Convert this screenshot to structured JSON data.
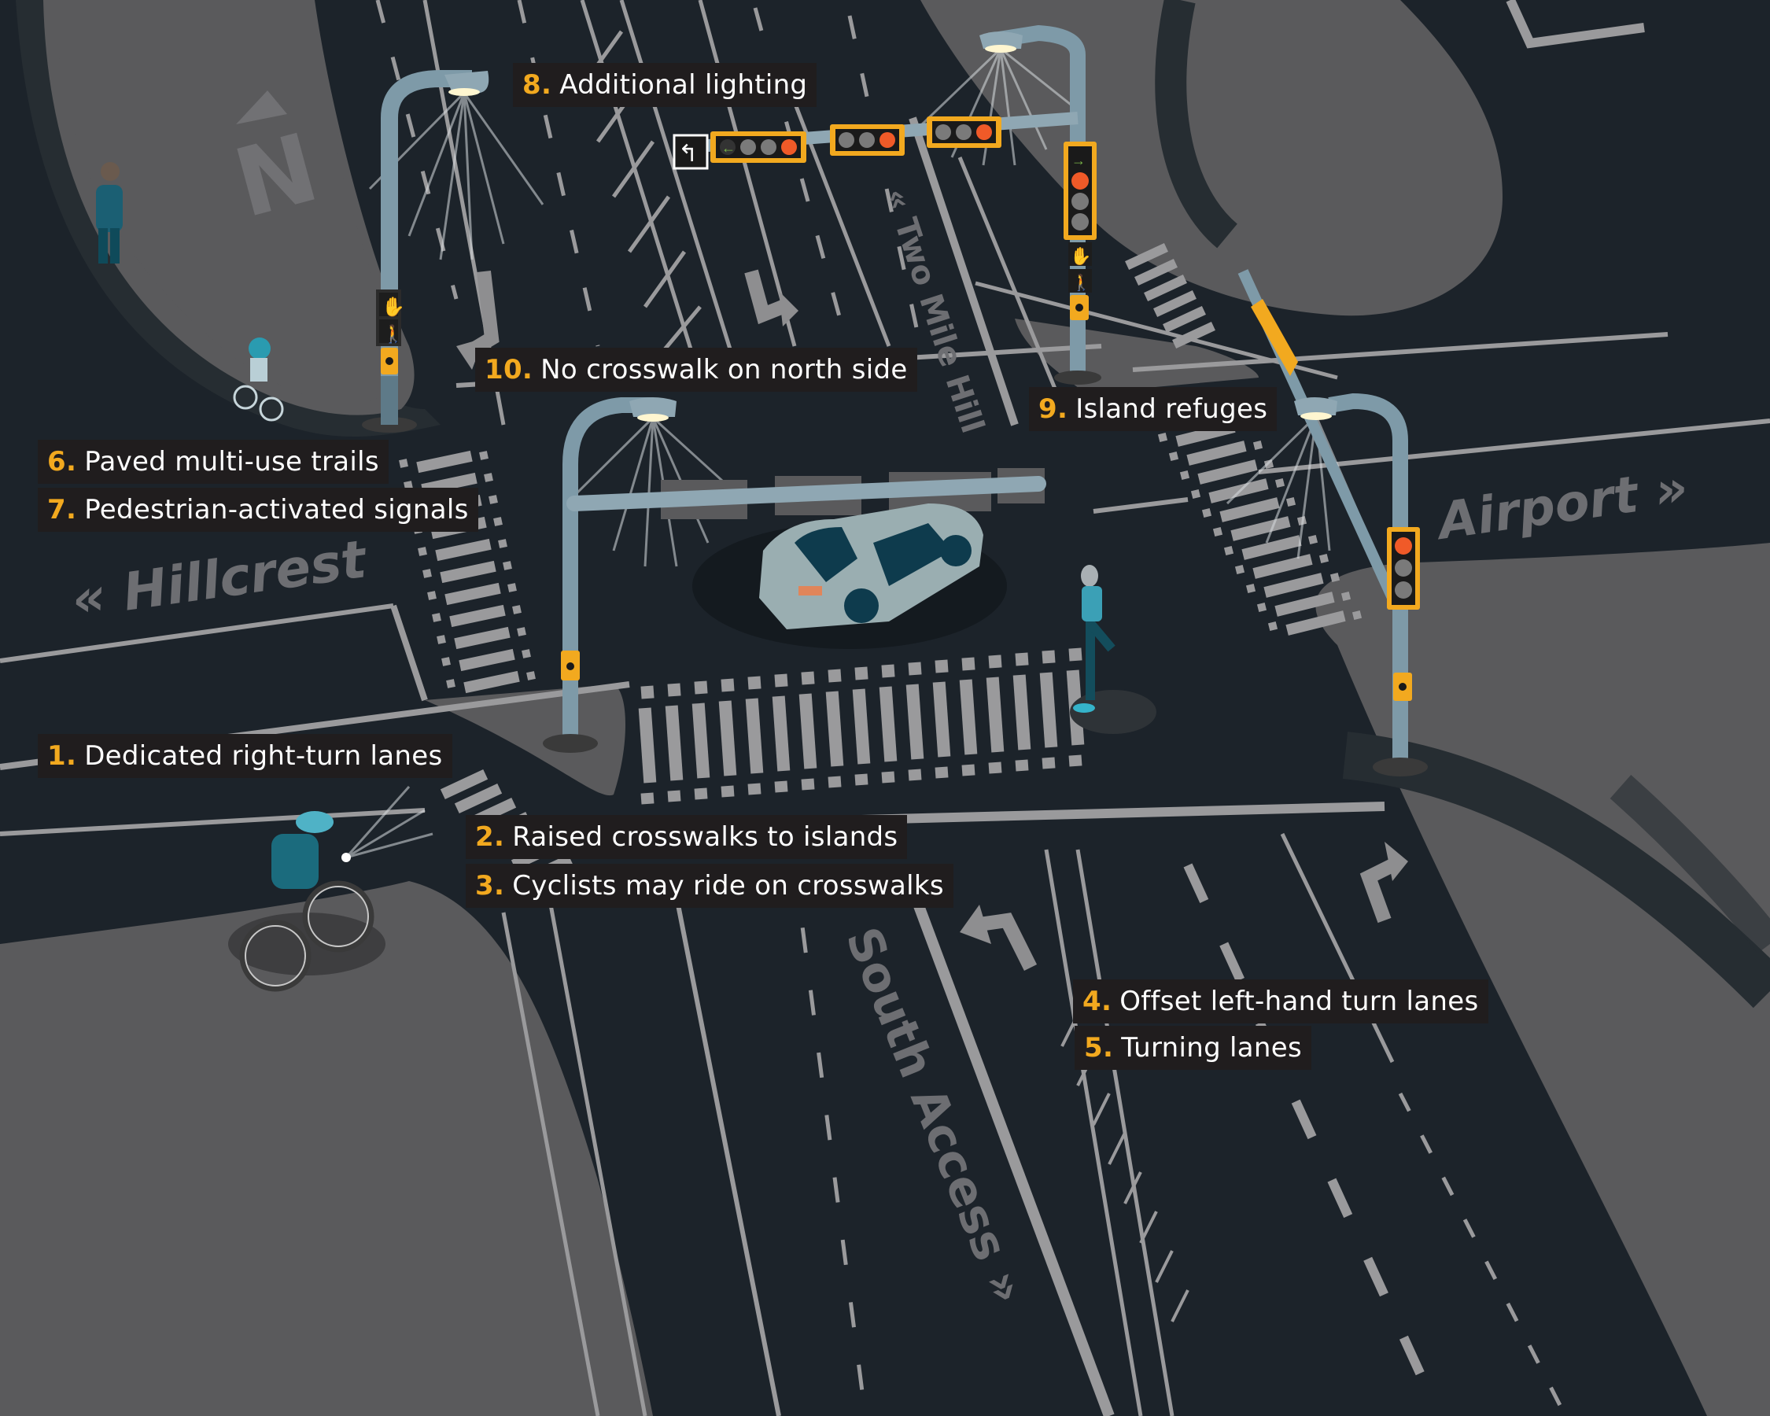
{
  "colors": {
    "road": "#1c232a",
    "island": "#5a5a5c",
    "trail": "#262d32",
    "marking": "#9a9a9c",
    "label_bg": "#201d1e",
    "accent_orange": "#f2a91f",
    "signal_red": "#f05a28",
    "signal_green": "#7ab648",
    "pole": "#7e9aa8",
    "road_name": "#6d6e72"
  },
  "compass": {
    "letter": "N"
  },
  "road_names": {
    "hillcrest": "« Hillcrest",
    "airport": "Airport »",
    "two_mile_hill": "« Two Mile Hill",
    "south_access": "South Access »"
  },
  "features": [
    {
      "number": "1.",
      "text": "Dedicated right-turn lanes"
    },
    {
      "number": "2.",
      "text": "Raised crosswalks to islands"
    },
    {
      "number": "3.",
      "text": "Cyclists may ride on crosswalks"
    },
    {
      "number": "4.",
      "text": "Offset left-hand turn lanes"
    },
    {
      "number": "5.",
      "text": "Turning lanes"
    },
    {
      "number": "6.",
      "text": "Paved multi-use trails"
    },
    {
      "number": "7.",
      "text": "Pedestrian-activated signals"
    },
    {
      "number": "8.",
      "text": "Additional lighting"
    },
    {
      "number": "9.",
      "text": "Island refuges"
    },
    {
      "number": "10.",
      "text": "No crosswalk on north side"
    }
  ],
  "figures": [
    "pedestrian-walking",
    "child-cyclist",
    "adult-cyclist",
    "jogger",
    "car"
  ]
}
